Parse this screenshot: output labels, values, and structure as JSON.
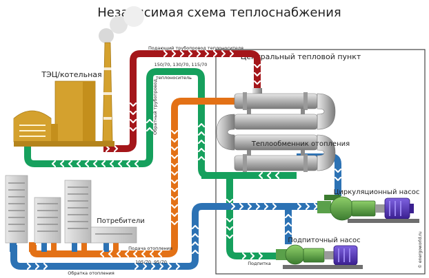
{
  "title": "Независимая схема теплоснабжения",
  "labels": {
    "central_point": "Центральный тепловой пункт",
    "chp": "ТЭЦ/котельная",
    "supply_main": "Подающий трубопровод теплоносителя",
    "supply_temps": "150/70, 130/70, 115/70",
    "coolant": "теплоноситель",
    "return_main": "Обратный трубопровод",
    "heat_exchanger": "Теплообменник отопления",
    "circ_pump": "Циркуляционный насос",
    "consumers": "Потребители",
    "makeup_pump": "Подпиточный насос",
    "heating_supply": "Подача отопления",
    "heating_temps": "105/70, 95/70",
    "heating_return": "Обратка отопления",
    "makeup": "Подпитка",
    "watermark": "© energoworld.ru"
  },
  "colors": {
    "supply_primary": "#a4161a",
    "return_primary": "#16a05d",
    "supply_secondary": "#e37116",
    "return_secondary": "#2c72b4",
    "building": "#d4a12e",
    "pump_body": "#5aa04a",
    "motor": "#4a2ba8",
    "frame": "#444444"
  }
}
